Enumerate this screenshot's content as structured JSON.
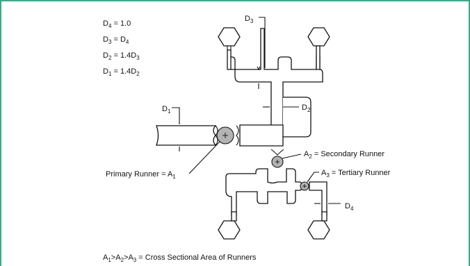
{
  "legend": {
    "d4": {
      "main": "D",
      "sub": "4",
      "rest": " = 1.0"
    },
    "d3": {
      "main": "D",
      "sub": "3",
      "mid": " = D",
      "sub2": "4"
    },
    "d2": {
      "main": "D",
      "sub": "2",
      "mid": " = 1.4D",
      "sub2": "3"
    },
    "d1": {
      "main": "D",
      "sub": "1",
      "mid": " = 1.4D",
      "sub2": "2"
    }
  },
  "callouts": {
    "d3": {
      "main": "D",
      "sub": "3"
    },
    "d2": {
      "main": "D",
      "sub": "2"
    },
    "d1": {
      "main": "D",
      "sub": "1"
    },
    "d4": {
      "main": "D",
      "sub": "4"
    },
    "primary": {
      "pre": "Primary Runner = A",
      "sub": "1"
    },
    "secondary": {
      "main": "A",
      "sub": "2",
      "post": " = Secondary Runner"
    },
    "tertiary": {
      "main": "A",
      "sub": "3",
      "post": " = Tertiary Runner"
    }
  },
  "footer": {
    "a1": "A",
    "s1": "1",
    "gt1": ">A",
    "s2": "2",
    "gt2": ">A",
    "s3": "3",
    "rest": " = Cross Sectional Area of Runners"
  },
  "colors": {
    "border": "#3aa88a",
    "sprue": "#b3b3b3"
  }
}
